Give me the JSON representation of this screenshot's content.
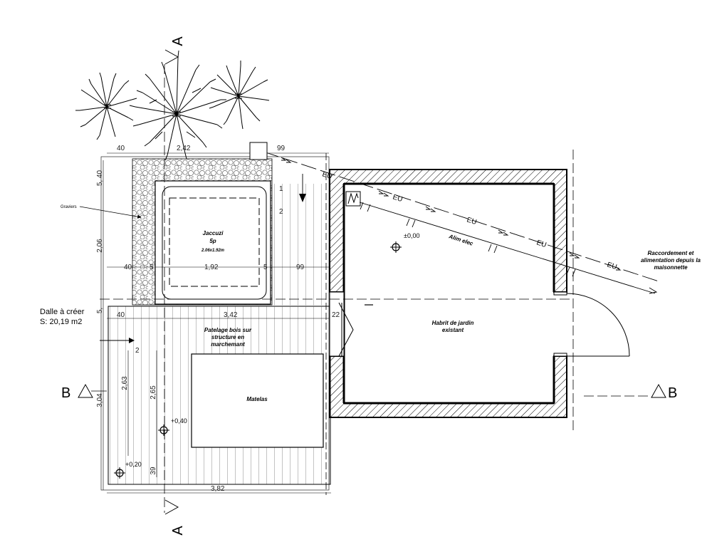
{
  "section_marks": {
    "a_top": "A",
    "a_bottom": "A",
    "b_left": "B",
    "b_right": "B"
  },
  "labels": {
    "graviers": "Graviers",
    "dalle_title": "Dalle à créer",
    "dalle_area": "S: 20,19 m2",
    "jacuzzi_name": "Jaccuzi",
    "jacuzzi_places": "5p",
    "jacuzzi_size": "2.06x1.92m",
    "deck": [
      "Patelage bois sur",
      "structure en",
      "marchemant"
    ],
    "matelas": "Matelas",
    "shed": [
      "Habrit de jardin",
      "existant"
    ],
    "alim": "Alim elec",
    "raccordement": [
      "Raccordement et",
      "alimentation depuis la",
      "maisonnette"
    ],
    "eu": "EU"
  },
  "levels": {
    "l0": "±0,00",
    "l1": "+0,40",
    "l2": "+0,20"
  },
  "dimensions": {
    "d_40_top": "40",
    "d_242": "2,42",
    "d_99_top": "99",
    "d_40_mid": "40",
    "d_5_mid_a": "5",
    "d_192": "1,92",
    "d_5_mid_b": "5",
    "d_99_mid": "99",
    "d_40_low": "40",
    "d_342": "3,42",
    "d_22": "22",
    "d_382": "3,82",
    "v_5_top": "5, 40",
    "v_206": "2,06",
    "v_5_b": "5,",
    "v_304": "3,04",
    "v_263": "2,63",
    "v_265": "2,65",
    "v_39": "39",
    "small_1": "1",
    "small_2": "2",
    "small_2b": "2"
  }
}
